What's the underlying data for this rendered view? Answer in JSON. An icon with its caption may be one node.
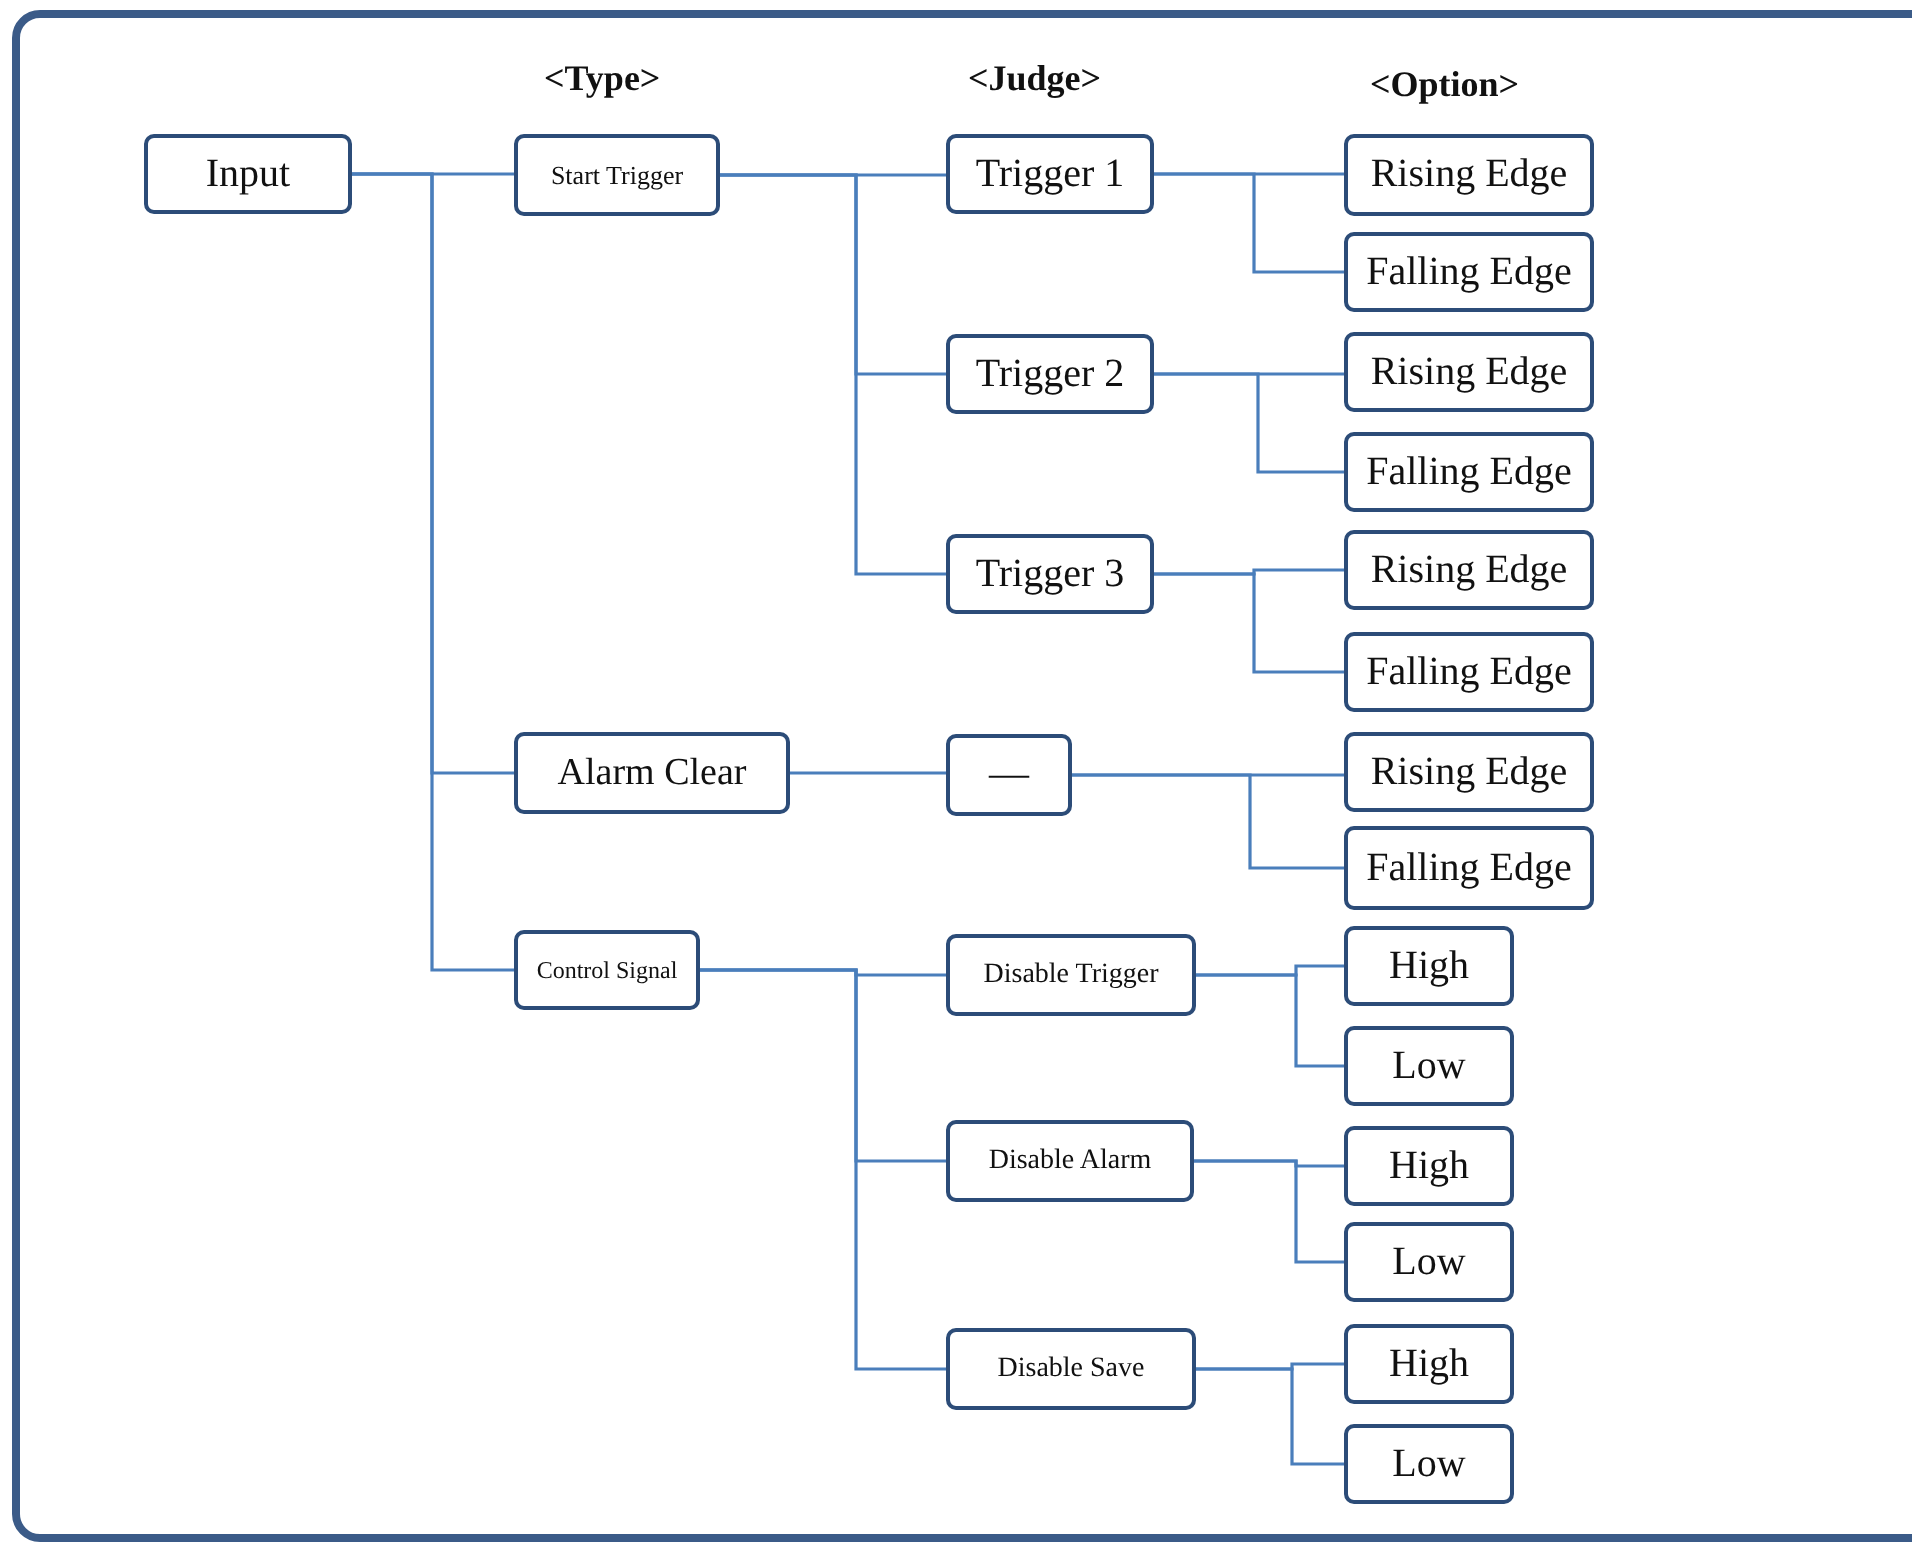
{
  "diagram": {
    "nodes": [
      {
        "text": [
          "Input"
        ]
      },
      {
        "text": [
          "Start Trigger"
        ]
      },
      {
        "text": [
          "Alarm Clear"
        ]
      },
      {
        "text": [
          "Control Signal"
        ]
      },
      {
        "text": [
          "Trigger 1"
        ]
      },
      {
        "text": [
          "Trigger 2"
        ]
      },
      {
        "text": [
          "Trigger 3"
        ]
      },
      {
        "text": [
          "—"
        ]
      },
      {
        "text": [
          "Disable Trigger"
        ]
      },
      {
        "text": [
          "Disable Alarm"
        ]
      },
      {
        "text": [
          "Disable Save"
        ]
      },
      {
        "text": [
          "Rising Edge"
        ]
      },
      {
        "text": [
          "Falling Edge"
        ]
      },
      {
        "text": [
          "Rising Edge"
        ]
      },
      {
        "text": [
          "Falling Edge"
        ]
      },
      {
        "text": [
          "Rising Edge"
        ]
      },
      {
        "text": [
          "Falling Edge"
        ]
      },
      {
        "text": [
          "Rising Edge"
        ]
      },
      {
        "text": [
          "Falling Edge"
        ]
      },
      {
        "text": [
          "High"
        ]
      },
      {
        "text": [
          "Low"
        ]
      },
      {
        "text": [
          "High"
        ]
      },
      {
        "text": [
          "Low"
        ]
      },
      {
        "text": [
          "High"
        ]
      },
      {
        "text": [
          "Low"
        ]
      }
    ],
    "edges": [
      {
        "from": 0,
        "to": 1,
        "arrow": "none"
      },
      {
        "from": 0,
        "to": 2,
        "arrow": "none"
      },
      {
        "from": 0,
        "to": 3,
        "arrow": "none"
      },
      {
        "from": 1,
        "to": 4,
        "arrow": "none"
      },
      {
        "from": 1,
        "to": 5,
        "arrow": "none"
      },
      {
        "from": 1,
        "to": 6,
        "arrow": "none"
      },
      {
        "from": 2,
        "to": 7,
        "arrow": "none"
      },
      {
        "from": 3,
        "to": 8,
        "arrow": "none"
      },
      {
        "from": 3,
        "to": 9,
        "arrow": "none"
      },
      {
        "from": 3,
        "to": 10,
        "arrow": "none"
      },
      {
        "from": 4,
        "to": 11,
        "arrow": "none"
      },
      {
        "from": 4,
        "to": 12,
        "arrow": "none"
      },
      {
        "from": 5,
        "to": 13,
        "arrow": "none"
      },
      {
        "from": 5,
        "to": 14,
        "arrow": "none"
      },
      {
        "from": 6,
        "to": 15,
        "arrow": "none"
      },
      {
        "from": 6,
        "to": 16,
        "arrow": "none"
      },
      {
        "from": 7,
        "to": 17,
        "arrow": "none"
      },
      {
        "from": 7,
        "to": 18,
        "arrow": "none"
      },
      {
        "from": 8,
        "to": 19,
        "arrow": "none"
      },
      {
        "from": 8,
        "to": 20,
        "arrow": "none"
      },
      {
        "from": 9,
        "to": 21,
        "arrow": "none"
      },
      {
        "from": 9,
        "to": 22,
        "arrow": "none"
      },
      {
        "from": 10,
        "to": 23,
        "arrow": "none"
      },
      {
        "from": 10,
        "to": 24,
        "arrow": "none"
      }
    ],
    "labels": [
      "<Type>",
      "<Judge>",
      "<Option>"
    ]
  }
}
